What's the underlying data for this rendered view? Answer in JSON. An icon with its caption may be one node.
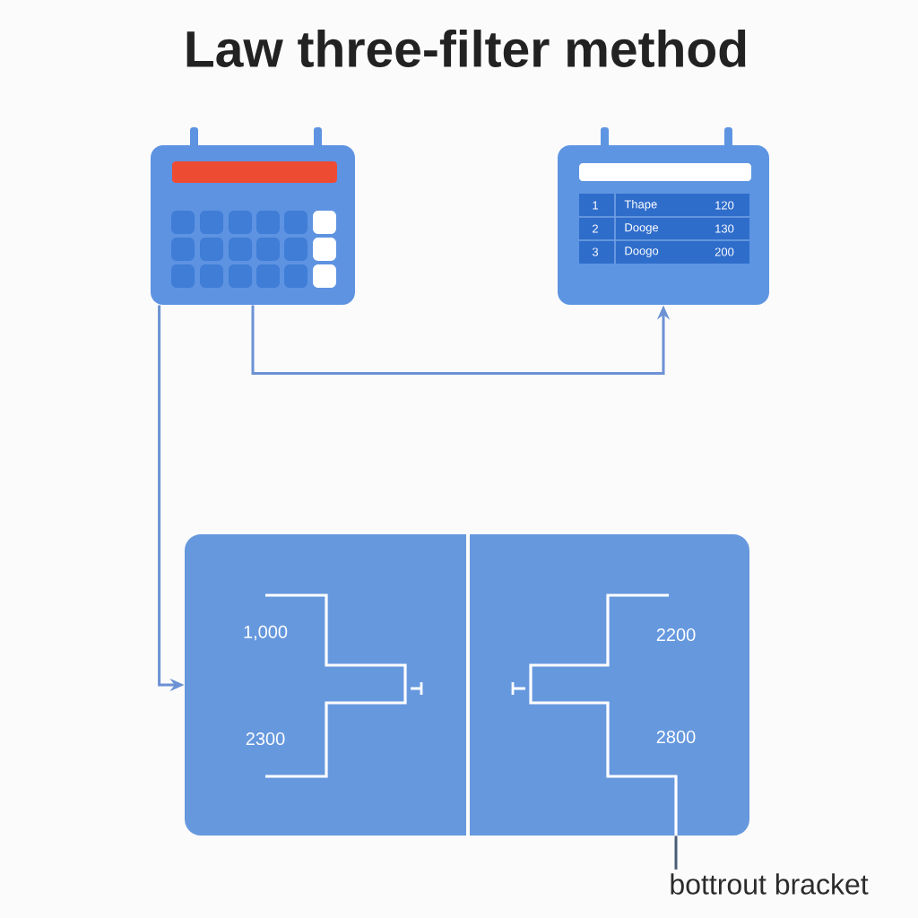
{
  "diagram": {
    "title": "Law three-filter method",
    "nodes": [
      {
        "text": [],
        "shape": "picture"
      },
      {
        "text": [
          "1",
          "Thape",
          "120",
          "2",
          "Dooge",
          "130",
          "3",
          "Doogo",
          "200"
        ]
      },
      {
        "text": [
          "1,000",
          "2300"
        ]
      },
      {
        "text": [
          "2200",
          "2800"
        ]
      },
      {
        "text": [
          "bottrout bracket"
        ]
      }
    ],
    "edges": [
      {
        "from": 0,
        "to": 2,
        "arrow": "to"
      },
      {
        "from": 0,
        "to": 1,
        "arrow": "to"
      },
      {
        "from": 4,
        "to": 3,
        "arrow": "none",
        "color": "#4a5e75"
      }
    ]
  }
}
